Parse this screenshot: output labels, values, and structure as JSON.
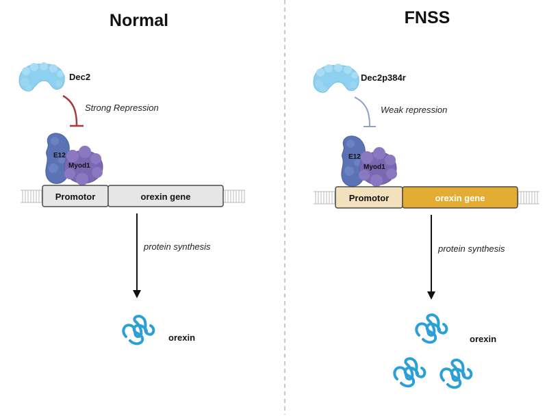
{
  "panels": {
    "normal": {
      "title": "Normal",
      "repressor": "Dec2",
      "repression": "Strong Repression",
      "cofactor_a": "E12",
      "cofactor_b": "Myod1",
      "promotor": "Promotor",
      "gene": "orexin gene",
      "process": "protein synthesis",
      "product": "orexin",
      "product_count": 1
    },
    "fnss": {
      "title": "FNSS",
      "repressor": "Dec2p384r",
      "repression": "Weak repression",
      "cofactor_a": "E12",
      "cofactor_b": "Myod1",
      "promotor": "Promotor",
      "gene": "orexin gene",
      "process": "protein synthesis",
      "product": "orexin",
      "product_count": 3
    }
  },
  "colors": {
    "repressor_fill": "#8ed0ef",
    "strong_repression": "#a8383a",
    "weak_repression": "#8ea0c8",
    "e12_fill": "#5b72b4",
    "myod1_fill": "#7c68b2",
    "normal_promotor": "#e6e6e6",
    "normal_gene": "#e6e6e6",
    "fnss_promotor": "#f3e1bd",
    "fnss_gene": "#e3ad33",
    "orexin": "#2c9fd6",
    "divider": "#b5b5b5"
  },
  "icons": [
    "repressor-protein-icon",
    "e12-protein-icon",
    "myod1-protein-icon",
    "dna-strand-icon",
    "orexin-peptide-icon"
  ]
}
